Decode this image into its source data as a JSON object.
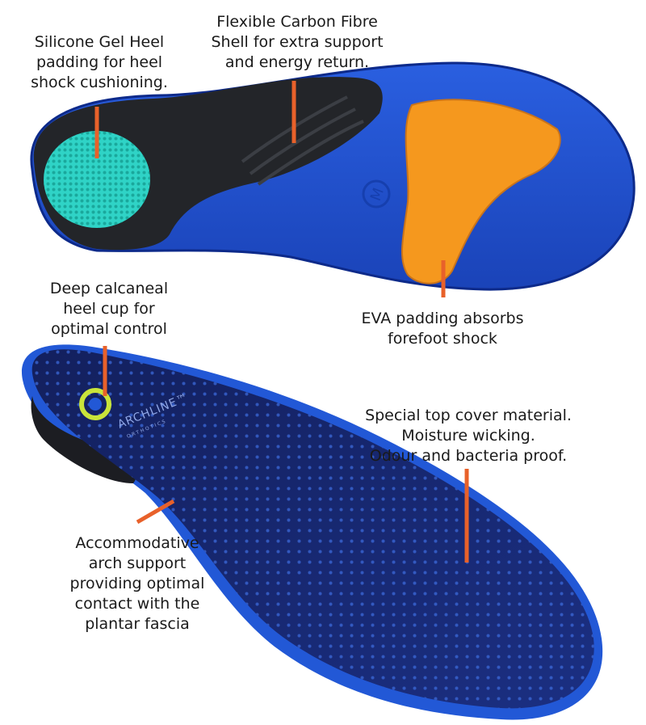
{
  "colors": {
    "leader_line": "#e8612a",
    "sole_blue": "#1f4fcf",
    "sole_edge": "#0d2a8a",
    "carbon_shell": "#232529",
    "heel_gel": "#2fd3c6",
    "forefoot_pad": "#f5981e",
    "top_cover": "#162a78",
    "top_dots": "#3a68d8",
    "logo_ring": "#c9e43a"
  },
  "icons": [
    "archline-logo-icon"
  ],
  "logo": {
    "brand": "ARCHLINE™",
    "sub": "ORTHOTICS"
  },
  "size_mark": "M",
  "callouts": {
    "heel_gel": [
      "Silicone Gel Heel",
      "padding for heel",
      "shock cushioning."
    ],
    "carbon_shell": [
      "Flexible Carbon Fibre",
      "Shell for extra support",
      "and energy return."
    ],
    "eva_padding": [
      "EVA padding absorbs",
      "forefoot shock"
    ],
    "heel_cup": [
      "Deep calcaneal",
      "heel cup for",
      "optimal control"
    ],
    "top_cover": [
      "Special top cover material.",
      "Moisture wicking.",
      "Odour and bacteria proof."
    ],
    "arch_support": [
      "Accommodative",
      "arch support",
      "providing optimal",
      "contact with the",
      "plantar fascia"
    ]
  }
}
